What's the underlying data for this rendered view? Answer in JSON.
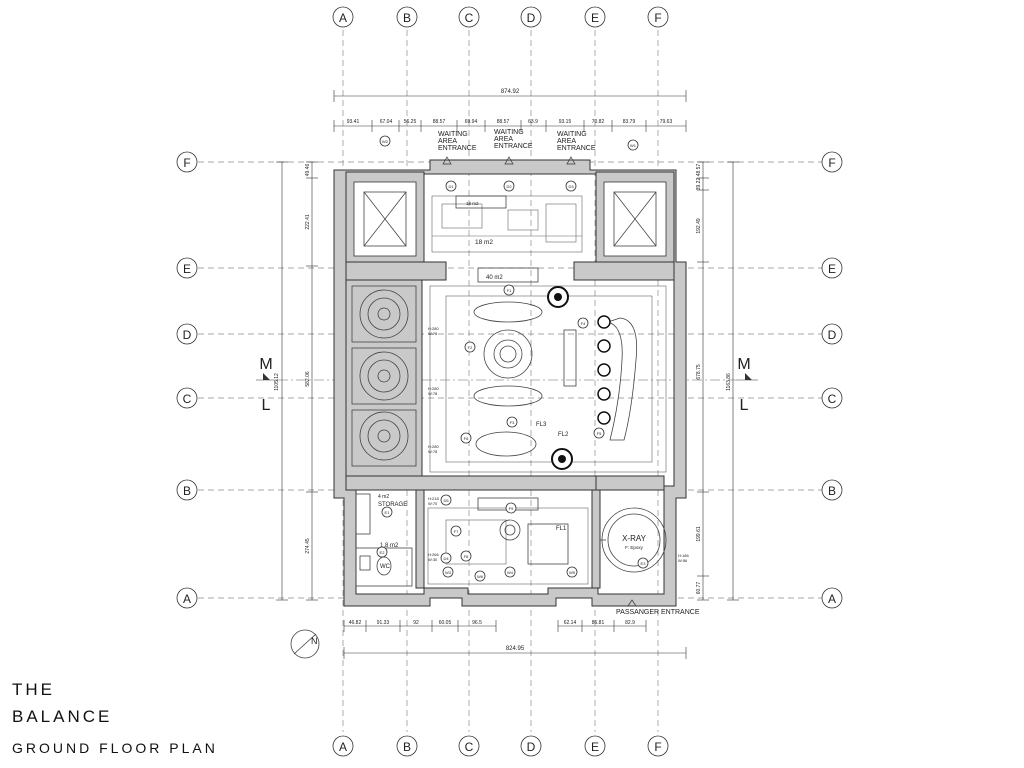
{
  "grid_columns": [
    "A",
    "B",
    "C",
    "D",
    "E",
    "F"
  ],
  "grid_rows": [
    "F",
    "E",
    "D",
    "C",
    "B",
    "A"
  ],
  "section_marks": {
    "upper": "M",
    "lower": "L"
  },
  "dimensions": {
    "top_total": "874.92",
    "top_segments": [
      "93.41",
      "67.04",
      "56.25",
      "88.57",
      "69.94",
      "88.57",
      "63.9",
      "93.15",
      "70.82",
      "83.79",
      "79.63"
    ],
    "bottom_total": "824.95",
    "bottom_segments_left": [
      "46.82",
      "91.33",
      "92",
      "60.05",
      "96.5"
    ],
    "bottom_segments_right": [
      "62.14",
      "86.81",
      "82.9"
    ],
    "left_segments": [
      "49.46",
      "222.41",
      "582.06",
      "274.45"
    ],
    "left_total": "1105.12",
    "right_segments": [
      "48.57",
      "39.22",
      "192.49",
      "678.75",
      "199.61",
      "60.77"
    ],
    "right_total": "1163.86"
  },
  "labels": {
    "waiting_1": [
      "WAITING",
      "AREA",
      "ENTRANCE"
    ],
    "waiting_2": [
      "WAITING",
      "AREA",
      "ENTRANCE"
    ],
    "waiting_3": [
      "WAITING",
      "AREA",
      "ENTRANCE"
    ],
    "area_top": "18 m2",
    "area_main": "40 m2",
    "area_box_top": "18 m2",
    "storage": "STORAGE",
    "storage_num": "4 m2",
    "wc_area": "1.8 m2",
    "wc": "WC",
    "xray": "X-RAY",
    "xray_sub": "F: Epoxy",
    "fl1": "FL1",
    "fl2": "FL2",
    "fl3": "FL3",
    "passenger_entrance": "PASSANGER ENTRANCE"
  },
  "tags": [
    "W2",
    "W1",
    "D1",
    "D2",
    "D3",
    "F1",
    "F2",
    "F3",
    "F4",
    "F5",
    "F6",
    "F7",
    "F8",
    "F9",
    "D4",
    "D5",
    "E1",
    "E2",
    "E3",
    "W3",
    "W4",
    "W5",
    "W6"
  ],
  "window_heights": [
    "H:280",
    "W:78",
    "H:280",
    "W:78",
    "H:280",
    "W:78",
    "H:218",
    "W:70",
    "H:266",
    "W:30",
    "H:186",
    "W:56"
  ],
  "title": {
    "line1": "THE",
    "line2": "BALANCE",
    "line3": "GROUND FLOOR PLAN"
  },
  "colors": {
    "wall": "#c9c9c9",
    "line": "#333333",
    "grid": "#8a8a8a"
  }
}
